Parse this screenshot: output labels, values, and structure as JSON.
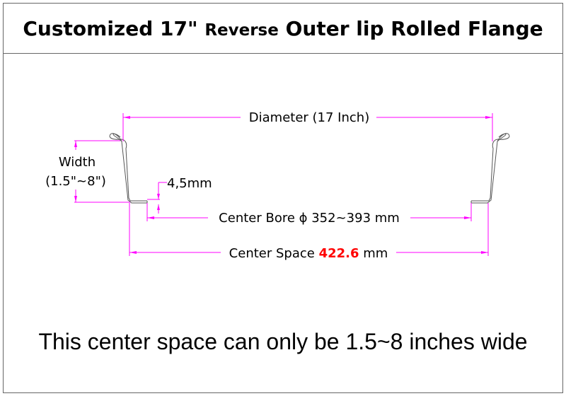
{
  "title": {
    "part1": "Customized 17\"",
    "part2": "Reverse",
    "part3": "Outer lip Rolled Flange"
  },
  "labels": {
    "diameter": "Diameter (17 Inch)",
    "width_line1": "Width",
    "width_line2": "(1.5\"~8\")",
    "thickness": "4,5mm",
    "center_bore": "Center Bore ϕ 352~393 mm",
    "center_space_prefix": "Center Space",
    "center_space_value": "422.6",
    "center_space_unit": "mm"
  },
  "footer": "This center space can only be 1.5~8 inches wide",
  "colors": {
    "dimension": "#ff00ff",
    "highlight": "#ff0000",
    "border": "#555555"
  }
}
